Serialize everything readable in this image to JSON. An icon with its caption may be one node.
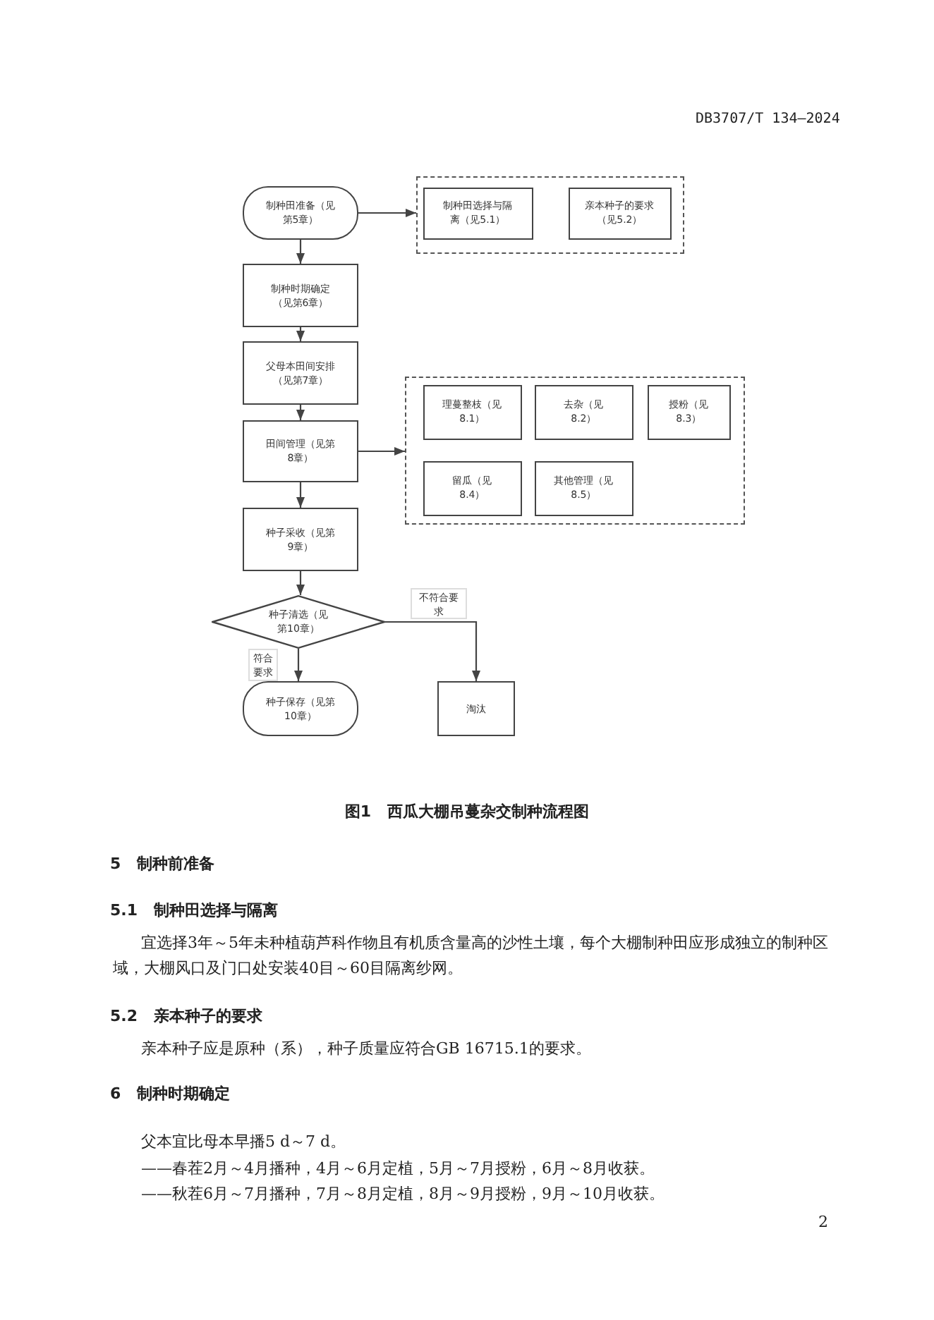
{
  "diagram": {
    "caption": "图1 西瓜大棚吊蔓杂交制种流程图",
    "nodes": [
      {
        "text": [
          "制种田准备（见第5章）"
        ]
      },
      {
        "text": [],
        "shape": "box"
      },
      {
        "text": [
          "制种田选择与隔离（见5.1）"
        ],
        "in": 1
      },
      {
        "text": [
          "亲本种子的要求（见5.2）"
        ],
        "in": 1
      },
      {
        "text": [
          "制种时期确定（见第6章）"
        ]
      },
      {
        "text": [
          "父母本田间安排（见第7章）"
        ]
      },
      {
        "text": [
          "田间管理（见第8章）"
        ]
      },
      {
        "text": [],
        "shape": "box"
      },
      {
        "text": [
          "理蔓整枝（见8.1）"
        ],
        "in": 7
      },
      {
        "text": [
          "去杂（见8.2）"
        ],
        "in": 7
      },
      {
        "text": [
          "授粉（见8.3）"
        ],
        "in": 7
      },
      {
        "text": [
          "留瓜（见8.4）"
        ],
        "in": 7
      },
      {
        "text": [
          "其他管理（见8.5）"
        ],
        "in": 7
      },
      {
        "text": [
          "种子采收（见第9章）"
        ]
      },
      {
        "text": [
          "种子清选（见第10章）"
        ]
      },
      {
        "text": [
          "种子保存（见第10章）"
        ]
      },
      {
        "text": [
          "淘汰"
        ]
      }
    ],
    "edges": [
      {
        "from": 0,
        "to": 1,
        "arrow": "to"
      },
      {
        "from": 0,
        "to": 4,
        "arrow": "to"
      },
      {
        "from": 4,
        "to": 5,
        "arrow": "to"
      },
      {
        "from": 5,
        "to": 6,
        "arrow": "to"
      },
      {
        "from": 6,
        "to": 7,
        "arrow": "to"
      },
      {
        "from": 6,
        "to": 13,
        "arrow": "to"
      },
      {
        "from": 13,
        "to": 14,
        "arrow": "to"
      },
      {
        "from": 14,
        "to": 15,
        "arrow": "to",
        "label": "符合要求"
      },
      {
        "from": 14,
        "to": 16,
        "arrow": "to",
        "label": "不符合要求"
      }
    ],
    "labels": [
      "DB3707/T 134—2024",
      "5 制种前准备",
      "5.1 制种田选择与隔离",
      "宜选择3年～5年未种植葫芦科作物且有机质含量高的沙性土壤，每个大棚制种田应形成独立的制种区域，大棚风口及门口处安装40目～60目隔离纱网。",
      "5.2 亲本种子的要求",
      "亲本种子应是原种（系），种子质量应符合GB 16715.1的要求。",
      "6 制种时期确定",
      "父本宜比母本早播5 d～7 d。",
      "——春茬2月～4月播种，4月～6月定植，5月～7月授粉，6月～8月收获。",
      "——秋茬6月～7月播种，7月～8月定植，8月～9月授粉，9月～10月收获。",
      "2"
    ]
  }
}
